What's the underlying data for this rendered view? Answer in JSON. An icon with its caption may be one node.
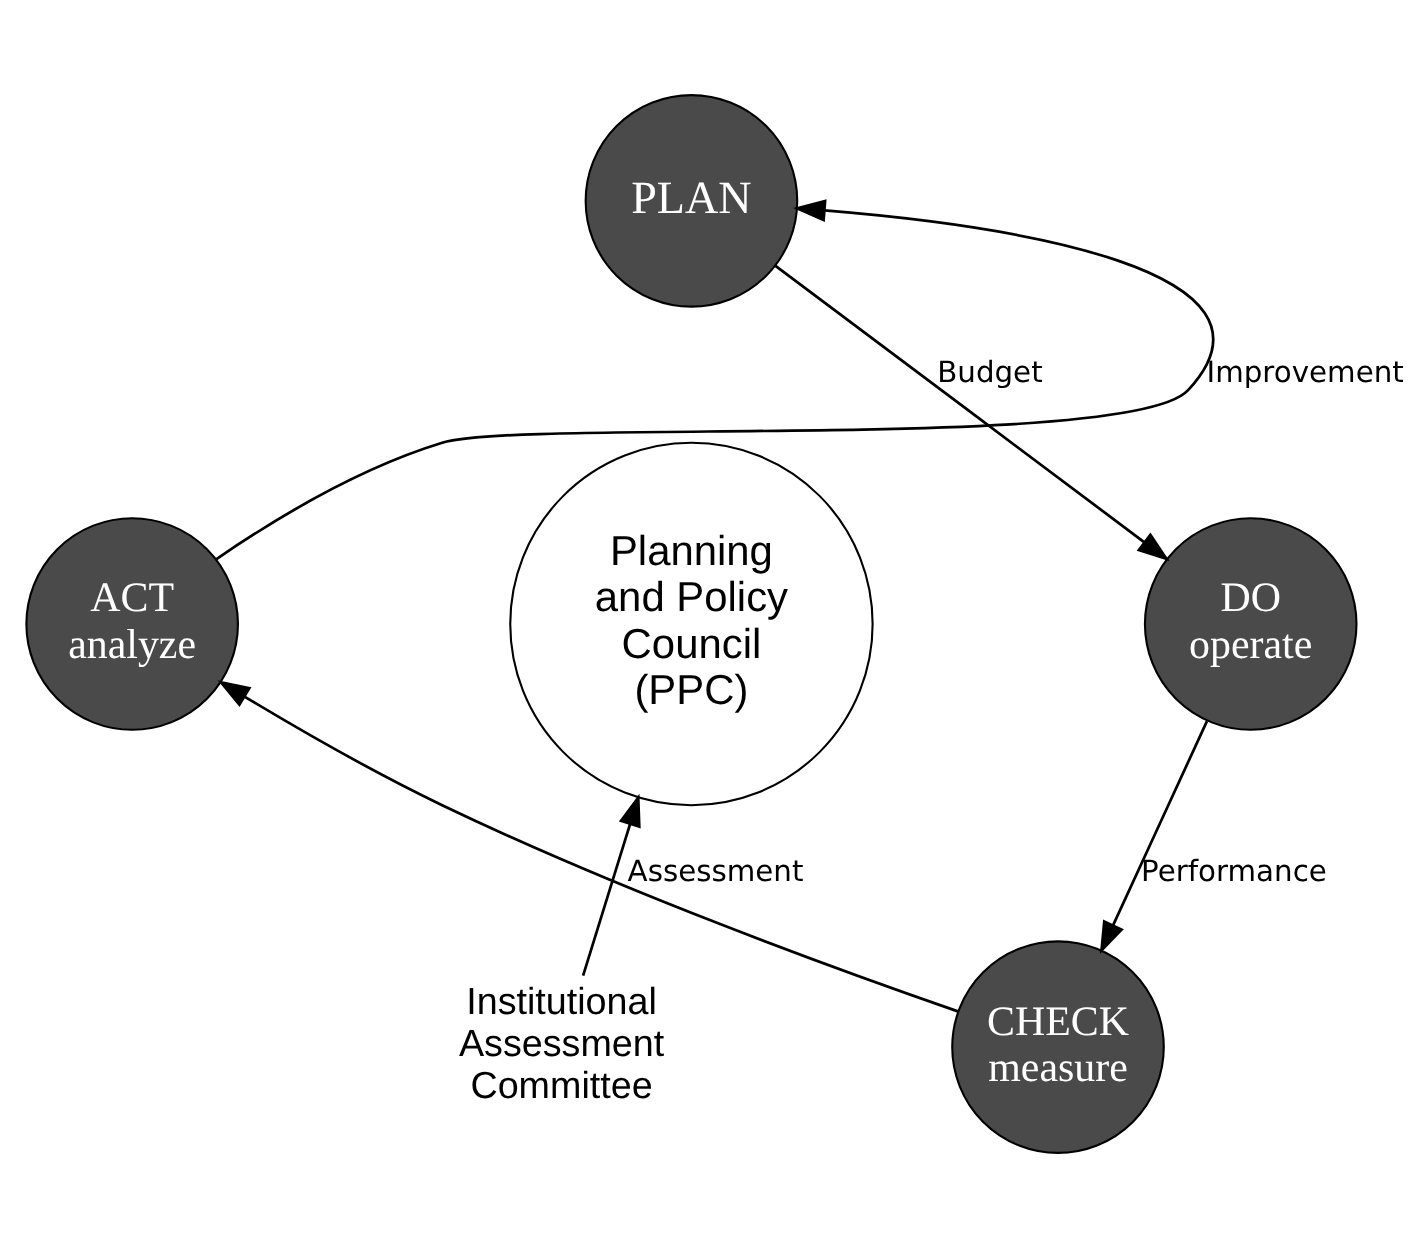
{
  "diagram": {
    "nodes": [
      {
        "text": [
          "PLAN"
        ]
      },
      {
        "text": [
          "DO",
          "operate"
        ]
      },
      {
        "text": [
          "CHECK",
          "measure"
        ]
      },
      {
        "text": [
          "ACT",
          "analyze"
        ]
      },
      {
        "text": [
          "Planning and Policy Council (PPC)"
        ]
      },
      {
        "text": [
          "Institutional Assessment Committee"
        ]
      }
    ],
    "edges": [
      {
        "from": 3,
        "to": 0,
        "arrow": "to",
        "label": "Improvement"
      },
      {
        "from": 0,
        "to": 1,
        "arrow": "to",
        "label": "Budget"
      },
      {
        "from": 1,
        "to": 2,
        "arrow": "to",
        "label": "Performance"
      },
      {
        "from": 2,
        "to": 3,
        "arrow": "to",
        "label": "Assessment"
      },
      {
        "from": 5,
        "to": 4,
        "arrow": "to"
      }
    ]
  }
}
